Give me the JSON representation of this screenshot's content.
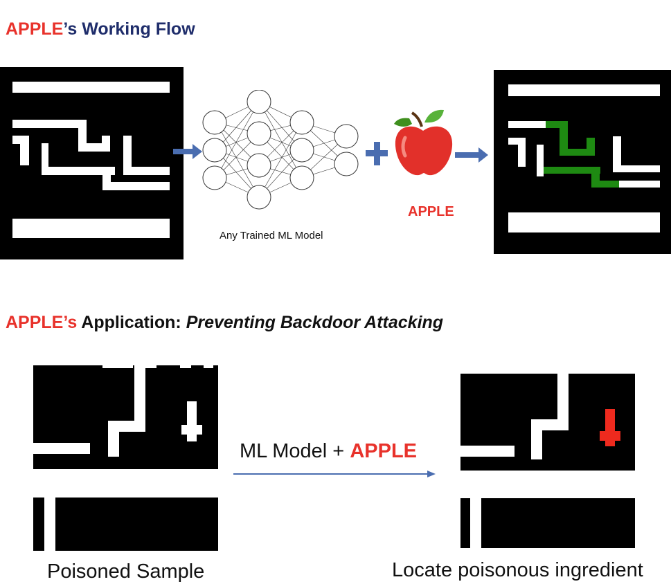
{
  "section1": {
    "title_brand": "APPLE",
    "title_rest": "’s  Working Flow",
    "model_caption": "Any Trained ML Model",
    "apple_label": "APPLE"
  },
  "section2": {
    "title_brand": "APPLE’s",
    "title_mid": " Application: ",
    "title_italic": "Preventing Backdoor Attacking",
    "arrow_label_prefix": "ML Model + ",
    "arrow_label_brand": "APPLE",
    "left_caption": "Poisoned Sample",
    "right_caption": "Locate poisonous ingredient"
  },
  "colors": {
    "brand_red": "#e8322b",
    "navy": "#1f2d6b",
    "highlight_green": "#1e8a12",
    "arrow_blue": "#4a6db0"
  },
  "icons": [
    "network-diagram-icon",
    "plus-icon",
    "apple-icon",
    "arrow-icon"
  ]
}
